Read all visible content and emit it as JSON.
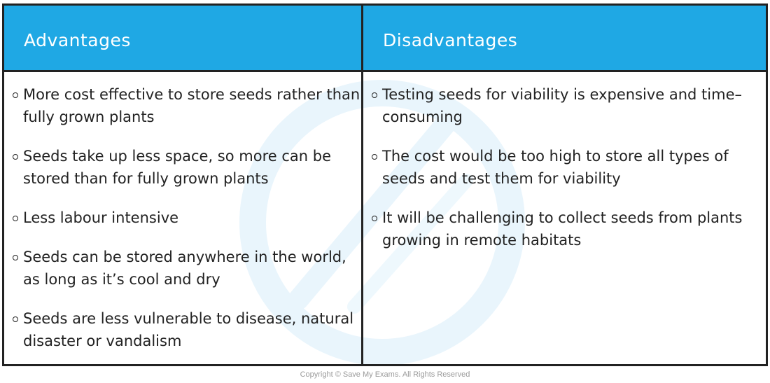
{
  "colors": {
    "header_bg": "#1fa8e4",
    "header_text": "#ffffff",
    "border": "#222222",
    "body_text": "#222222",
    "watermark": "#e6f3fb"
  },
  "table": {
    "advantages": {
      "heading": "Advantages",
      "items": [
        {
          "text": "More cost effective to store seeds rather than fully grown plants"
        },
        {
          "text": "Seeds take up less space, so more can be stored than for fully grown plants"
        },
        {
          "text": "Less labour intensive"
        },
        {
          "text": "Seeds can be stored anywhere in the world, as long as it’s cool and dry"
        },
        {
          "text": "Seeds are less vulnerable to disease, natural disaster or vandalism"
        }
      ]
    },
    "disadvantages": {
      "heading": "Disadvantages",
      "items": [
        {
          "text": "Testing seeds for viability is expensive and time–consuming"
        },
        {
          "text": "The cost would be too high to store all types of seeds and test them for viability"
        },
        {
          "text": "It will be challenging to collect seeds from plants growing in remote habitats"
        }
      ]
    }
  },
  "watermark_icon": "brand-logo-watermark",
  "bullet_icon": "hollow-circle-bullet",
  "copyright": "Copyright © Save My Exams. All Rights Reserved"
}
